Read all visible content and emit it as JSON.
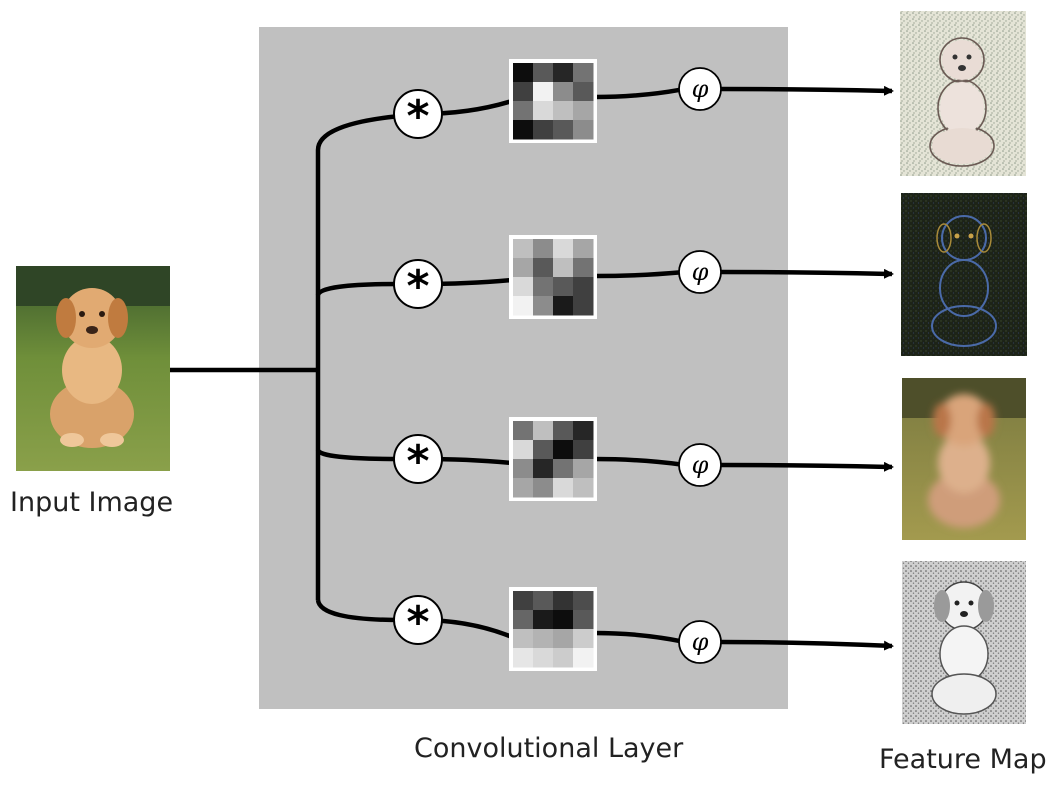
{
  "labels": {
    "input_image": "Input Image",
    "convolutional_layer": "Convolutional Layer",
    "feature_map": "Feature Map"
  },
  "symbols": {
    "convolution": "*",
    "activation": "φ"
  },
  "colors": {
    "layer_background": "#c0c0c0",
    "line": "#000000",
    "node_fill": "#ffffff"
  },
  "kernels": [
    [
      [
        0.05,
        0.35,
        0.15,
        0.45
      ],
      [
        0.25,
        0.95,
        0.55,
        0.35
      ],
      [
        0.45,
        0.85,
        0.75,
        0.65
      ],
      [
        0.05,
        0.25,
        0.35,
        0.55
      ]
    ],
    [
      [
        0.75,
        0.55,
        0.85,
        0.65
      ],
      [
        0.65,
        0.35,
        0.75,
        0.45
      ],
      [
        0.85,
        0.45,
        0.35,
        0.25
      ],
      [
        0.95,
        0.55,
        0.1,
        0.25
      ]
    ],
    [
      [
        0.45,
        0.75,
        0.35,
        0.15
      ],
      [
        0.85,
        0.35,
        0.05,
        0.25
      ],
      [
        0.55,
        0.15,
        0.45,
        0.65
      ],
      [
        0.65,
        0.55,
        0.85,
        0.75
      ]
    ],
    [
      [
        0.25,
        0.35,
        0.2,
        0.3
      ],
      [
        0.4,
        0.1,
        0.05,
        0.35
      ],
      [
        0.75,
        0.7,
        0.65,
        0.8
      ],
      [
        0.9,
        0.85,
        0.8,
        0.95
      ]
    ]
  ],
  "feature_maps": [
    "edge-sketch",
    "dark-edges",
    "blurred",
    "grayscale-sketch"
  ]
}
